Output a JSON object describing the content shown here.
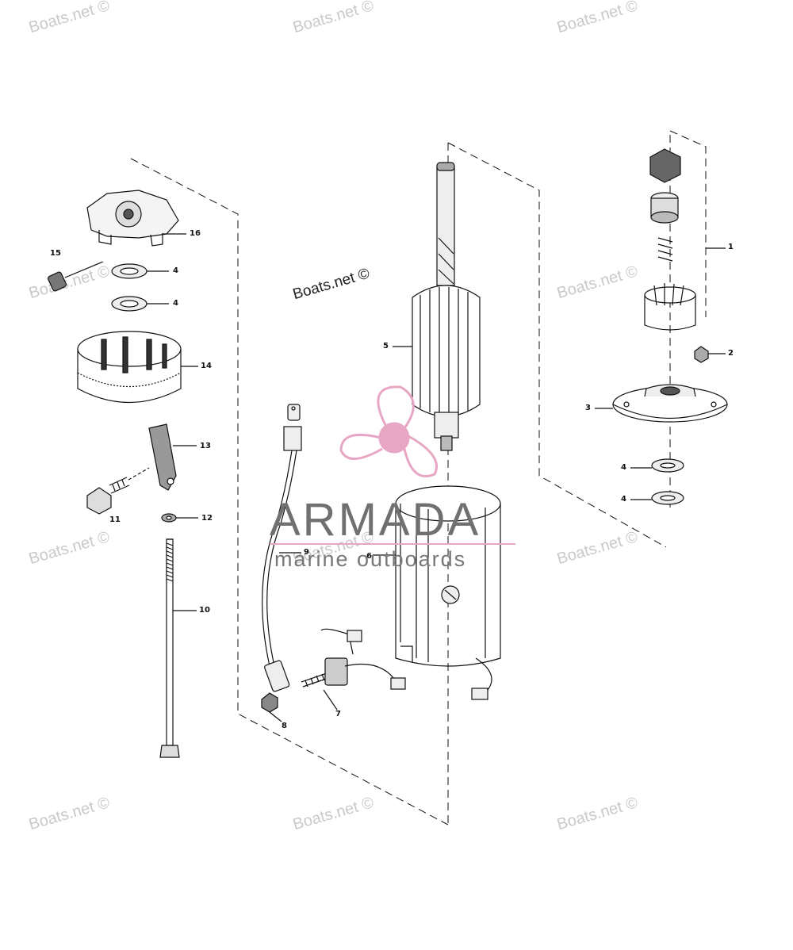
{
  "watermark": "Boats.net ©",
  "logo": {
    "brand": "ARMADA",
    "tagline": "marine outboards",
    "accent_color": "#e7a6c3"
  },
  "callouts": [
    "1",
    "2",
    "3",
    "4",
    "5",
    "6",
    "7",
    "8",
    "9",
    "10",
    "11",
    "12",
    "13",
    "14",
    "15",
    "16"
  ],
  "parts": [
    {
      "ref": "1",
      "name": "pinion-drive-assembly"
    },
    {
      "ref": "2",
      "name": "nut"
    },
    {
      "ref": "3",
      "name": "drive-end-cap"
    },
    {
      "ref": "4",
      "name": "washer"
    },
    {
      "ref": "5",
      "name": "armature"
    },
    {
      "ref": "6",
      "name": "field-frame"
    },
    {
      "ref": "7",
      "name": "brush-and-spring"
    },
    {
      "ref": "8",
      "name": "hex-nut"
    },
    {
      "ref": "9",
      "name": "lead-wire"
    },
    {
      "ref": "10",
      "name": "through-bolt"
    },
    {
      "ref": "11",
      "name": "screw"
    },
    {
      "ref": "12",
      "name": "lockwasher"
    },
    {
      "ref": "13",
      "name": "terminal-clip"
    },
    {
      "ref": "14",
      "name": "commutator-end-cap"
    },
    {
      "ref": "15",
      "name": "set-screw"
    },
    {
      "ref": "16",
      "name": "brush-plate"
    }
  ]
}
